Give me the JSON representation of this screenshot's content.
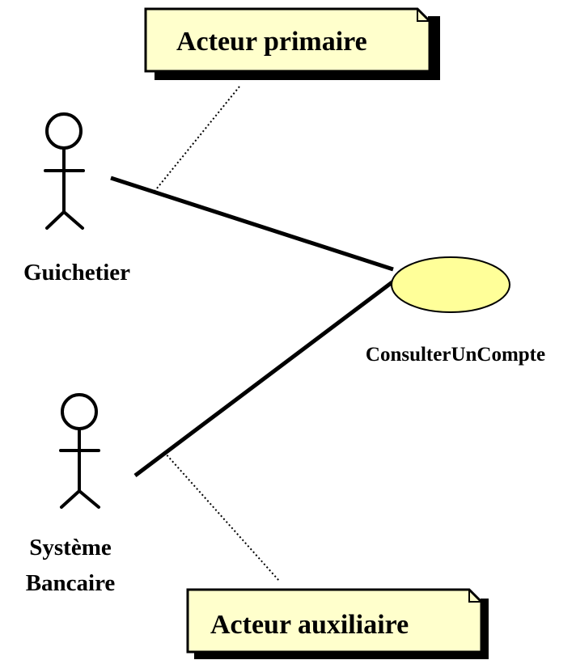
{
  "notes": {
    "primary": {
      "label": "Acteur primaire"
    },
    "auxiliary": {
      "label": "Acteur auxiliaire"
    }
  },
  "actors": {
    "guichetier": {
      "label": "Guichetier"
    },
    "systeme_bancaire": {
      "label_line1": "Système",
      "label_line2": "Bancaire"
    }
  },
  "use_case": {
    "label": "ConsulterUnCompte"
  },
  "colors": {
    "note_fill": "#ffffcc",
    "use_case_fill": "#ffff99",
    "stroke": "#000000"
  }
}
